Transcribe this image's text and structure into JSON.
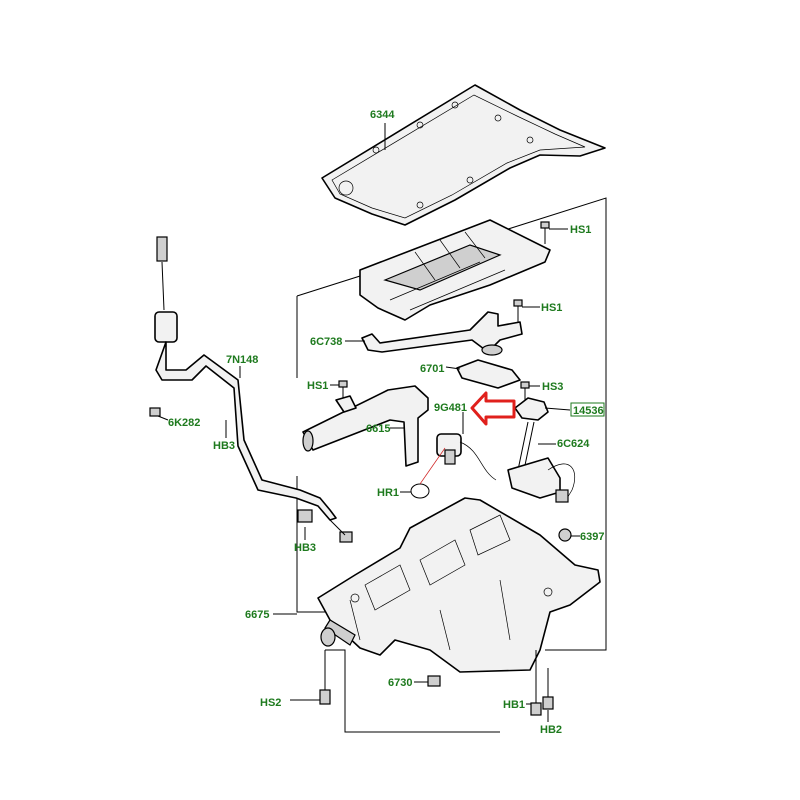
{
  "labels": {
    "gasket_top": "6344",
    "hs1_a": "HS1",
    "hs1_b": "HS1",
    "hs1_c": "HS1",
    "hs3": "HS3",
    "p6c738": "6C738",
    "p6701": "6701",
    "p9g481": "9G481",
    "p14536": "14536",
    "p6615": "6615",
    "p6c624": "6C624",
    "hr1": "HR1",
    "p7n148": "7N148",
    "p6k282": "6K282",
    "hb3_a": "HB3",
    "hb3_b": "HB3",
    "p6397": "6397",
    "p6675": "6675",
    "p6730": "6730",
    "hs2": "HS2",
    "hb1": "HB1",
    "hb2": "HB2"
  },
  "colors": {
    "label_green": "#1e7a1e",
    "arrow_red": "#e0201c",
    "line_black": "#000000"
  }
}
